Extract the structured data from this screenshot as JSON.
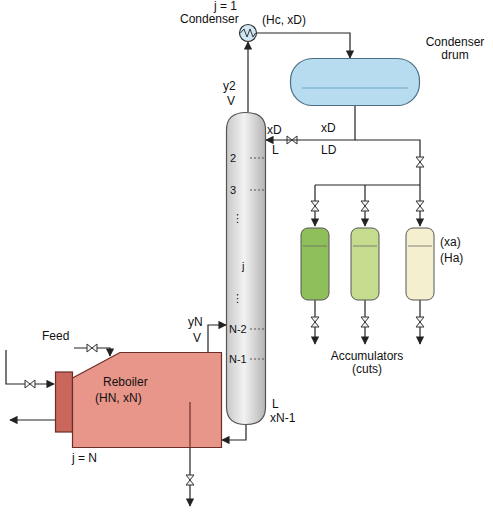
{
  "diagram": {
    "nodes": [
      {
        "text": [
          "Condenser"
        ]
      },
      {
        "text": [
          "Condenser drum"
        ]
      },
      {
        "text": [
          "2",
          "3",
          "⋮",
          "j",
          "⋮",
          "N-2",
          "N-1"
        ]
      },
      {
        "text": [
          "Reboiler",
          "(HN, xN)"
        ]
      }
    ],
    "edges": [
      {
        "from": 2,
        "to": 0,
        "arrow": "to"
      },
      {
        "from": 0,
        "to": 1,
        "arrow": "to"
      },
      {
        "from": 1,
        "to": 2,
        "arrow": "to"
      },
      {
        "from": 3,
        "to": 2,
        "arrow": "to"
      },
      {
        "from": 2,
        "to": 3,
        "arrow": "to"
      }
    ],
    "labels": [
      "j = 1",
      "(Hc, xD)",
      "y2",
      "V",
      "xD",
      "L",
      "xD",
      "LD",
      "(xa)",
      "(Ha)",
      "Accumulators (cuts)",
      "Feed",
      "yN",
      "V",
      "L",
      "xN-1",
      "j = N"
    ]
  }
}
